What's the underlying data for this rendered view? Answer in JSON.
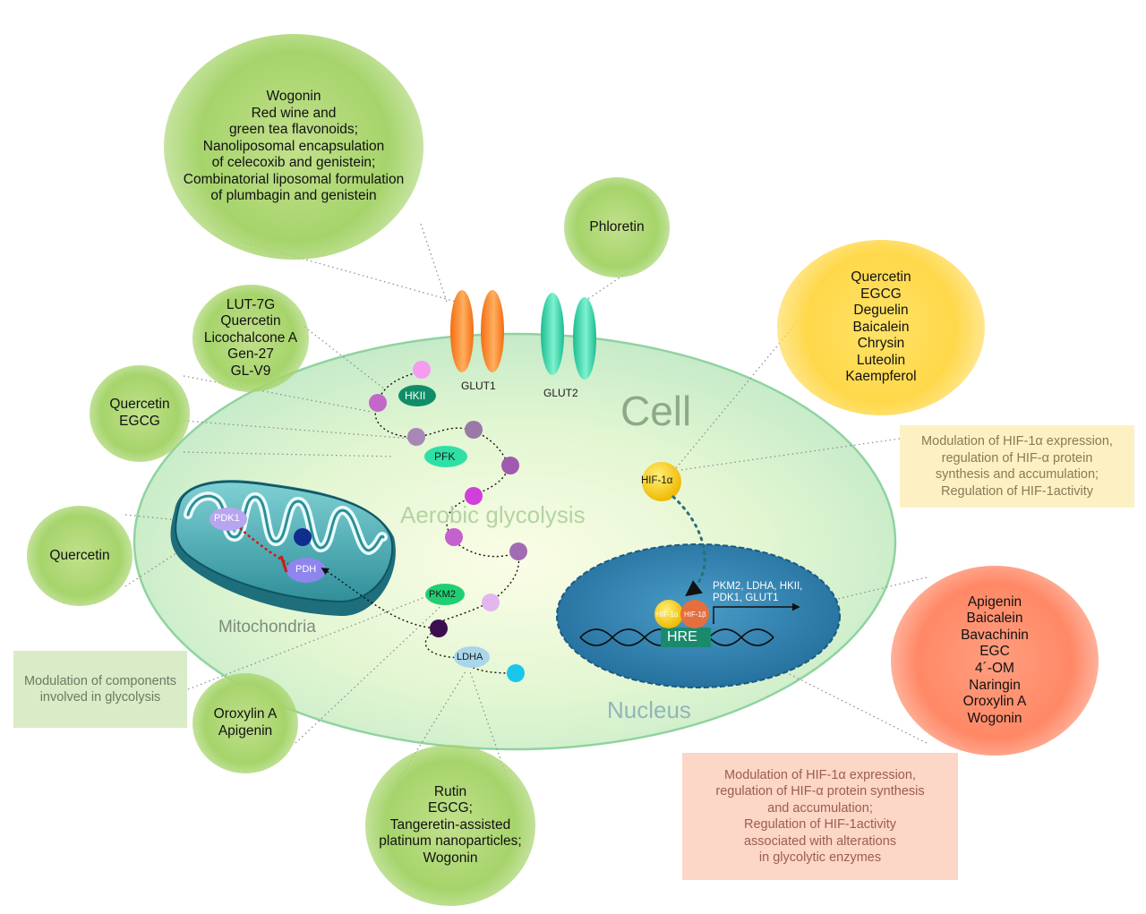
{
  "colors": {
    "cell_fill": "#d9f5cf",
    "nucleus_fill": "#2f7fae",
    "green_blob": "#a6d46b",
    "yellow_blob": "#ffd84a",
    "red_blob": "#ff8866",
    "glut1": "#f97a1e",
    "glut2": "#2fd6a8",
    "enzyme_green": "#14a37a"
  },
  "labels": {
    "cell": "Cell",
    "aerobic_glycolysis": "Aerobic glycolysis",
    "mitochondria": "Mitochondria",
    "nucleus": "Nucleus",
    "glut1": "GLUT1",
    "glut2": "GLUT2",
    "hkii": "HKII",
    "pfk": "PFK",
    "pkm2": "PKM2",
    "ldha": "LDHA",
    "pdk1": "PDK1",
    "pdh": "PDH",
    "hif1a": "HIF-1α",
    "hif1a_small": "HIF-1α",
    "hif1b_small": "HIF-1β",
    "hre": "HRE",
    "target_genes": [
      "PKM2, LDHA, HKII,",
      "PDK1, GLUT1"
    ]
  },
  "compounds": {
    "top_left": [
      "Wogonin",
      "Red wine and",
      "green tea flavonoids;",
      "Nanoliposomal encapsulation",
      "of celecoxib and genistein;",
      "Combinatorial liposomal formulation",
      "of plumbagin and genistein"
    ],
    "phloretin": [
      "Phloretin"
    ],
    "hkii": [
      "LUT-7G",
      "Quercetin",
      "Licochalcone A",
      "Gen-27",
      "GL-V9"
    ],
    "pfk": [
      "Quercetin",
      "EGCG"
    ],
    "pdk": [
      "Quercetin"
    ],
    "pkm2": [
      "Oroxylin A",
      "Apigenin"
    ],
    "ldha": [
      "Rutin",
      "EGCG;",
      "Tangeretin-assisted",
      "platinum nanoparticles;",
      "Wogonin"
    ],
    "hif_expression": [
      "Quercetin",
      "EGCG",
      "Deguelin",
      "Baicalein",
      "Chrysin",
      "Luteolin",
      "Kaempferol"
    ],
    "hif_activity": [
      "Apigenin",
      "Baicalein",
      "Bavachinin",
      "EGC",
      "4´-OM",
      "Naringin",
      "Oroxylin A",
      "Wogonin"
    ]
  },
  "notes": {
    "glycolysis_components": [
      "Modulation of components",
      "involved in glycolysis"
    ],
    "hif_yellow": [
      "Modulation of HIF-1α expression,",
      "regulation of HIF-α protein",
      "synthesis and accumulation;",
      "Regulation of HIF-1activity"
    ],
    "hif_red": [
      "Modulation of HIF-1α expression,",
      "regulation of HIF-α protein synthesis",
      "and accumulation;",
      "Regulation of HIF-1activity",
      "associated with alterations",
      "in glycolytic enzymes"
    ]
  }
}
